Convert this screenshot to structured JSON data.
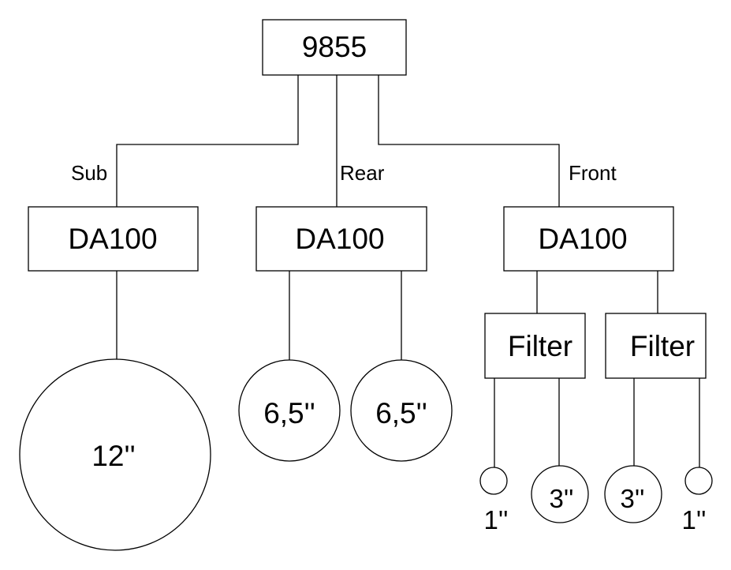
{
  "source": {
    "label": "9855"
  },
  "channels": [
    {
      "label": "Sub"
    },
    {
      "label": "Rear"
    },
    {
      "label": "Front"
    }
  ],
  "amplifiers": [
    {
      "label": "DA100"
    },
    {
      "label": "DA100"
    },
    {
      "label": "DA100"
    }
  ],
  "filters": [
    {
      "label": "Filter"
    },
    {
      "label": "Filter"
    }
  ],
  "speakers": {
    "sub": "12''",
    "rear_left": "6,5''",
    "rear_right": "6,5''",
    "front_tweeter_left": "1''",
    "front_mid_left": "3''",
    "front_mid_right": "3''",
    "front_tweeter_right": "1''"
  }
}
